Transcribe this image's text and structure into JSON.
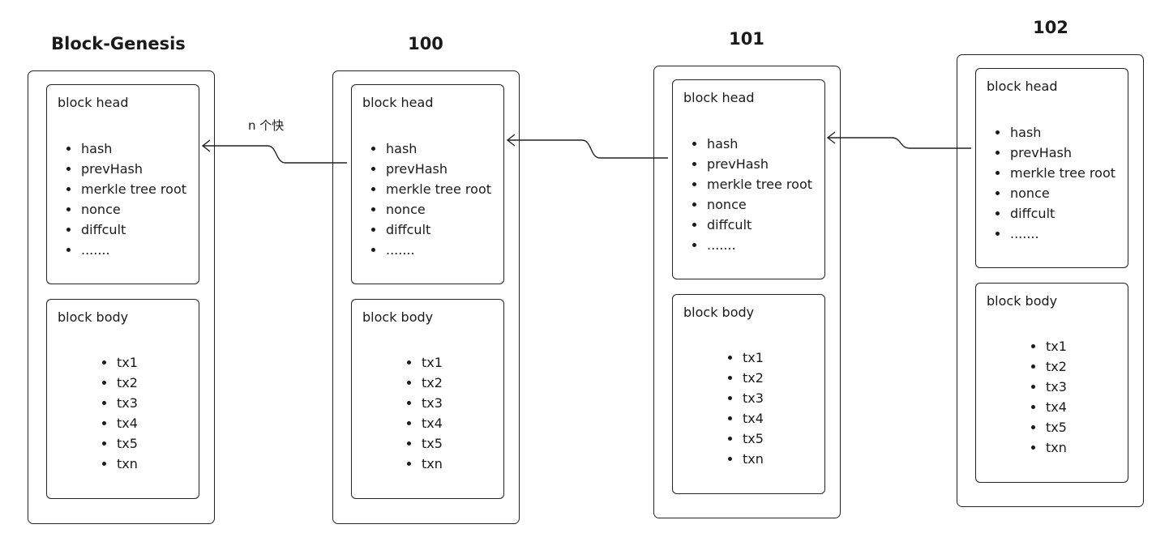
{
  "blocks": [
    {
      "title": "Block-Genesis",
      "head": {
        "label": "block head",
        "fields": [
          "hash",
          "prevHash",
          "merkle tree root",
          "nonce",
          "diffcult",
          "......."
        ]
      },
      "body": {
        "label": "block body",
        "txs": [
          "tx1",
          "tx2",
          "tx3",
          "tx4",
          "tx5",
          "txn"
        ]
      }
    },
    {
      "title": "100",
      "head": {
        "label": "block head",
        "fields": [
          "hash",
          "prevHash",
          "merkle tree root",
          "nonce",
          "diffcult",
          "......."
        ]
      },
      "body": {
        "label": "block body",
        "txs": [
          "tx1",
          "tx2",
          "tx3",
          "tx4",
          "tx5",
          "txn"
        ]
      }
    },
    {
      "title": "101",
      "head": {
        "label": "block head",
        "fields": [
          "hash",
          "prevHash",
          "merkle tree root",
          "nonce",
          "diffcult",
          "......."
        ]
      },
      "body": {
        "label": "block body",
        "txs": [
          "tx1",
          "tx2",
          "tx3",
          "tx4",
          "tx5",
          "txn"
        ]
      }
    },
    {
      "title": "102",
      "head": {
        "label": "block head",
        "fields": [
          "hash",
          "prevHash",
          "merkle tree root",
          "nonce",
          "diffcult",
          "......."
        ]
      },
      "body": {
        "label": "block body",
        "txs": [
          "tx1",
          "tx2",
          "tx3",
          "tx4",
          "tx5",
          "txn"
        ]
      }
    }
  ],
  "edges": [
    {
      "from": "100",
      "to": "Block-Genesis",
      "label": "n 个快"
    },
    {
      "from": "101",
      "to": "100",
      "label": ""
    },
    {
      "from": "102",
      "to": "101",
      "label": ""
    }
  ]
}
